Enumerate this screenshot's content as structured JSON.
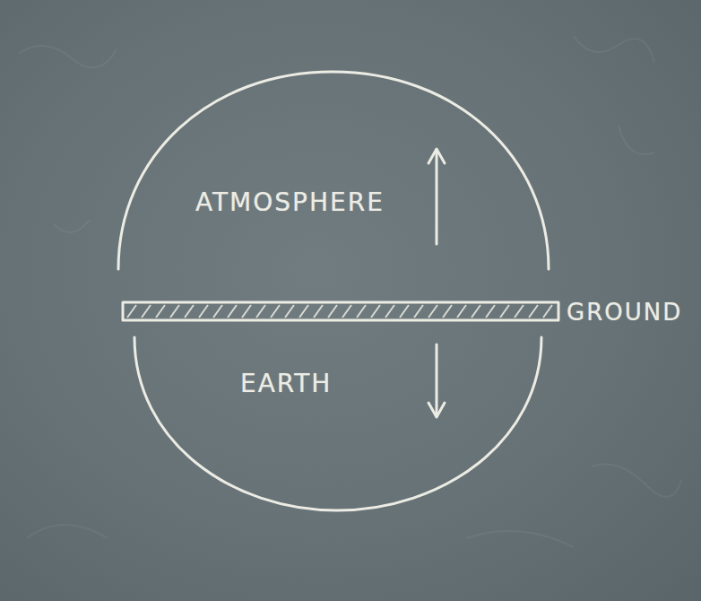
{
  "diagram": {
    "nodes": [
      {
        "text": [
          "ATMOSPHERE"
        ]
      },
      {
        "text": [
          "GROUND"
        ]
      },
      {
        "text": [
          "EARTH"
        ]
      }
    ]
  }
}
